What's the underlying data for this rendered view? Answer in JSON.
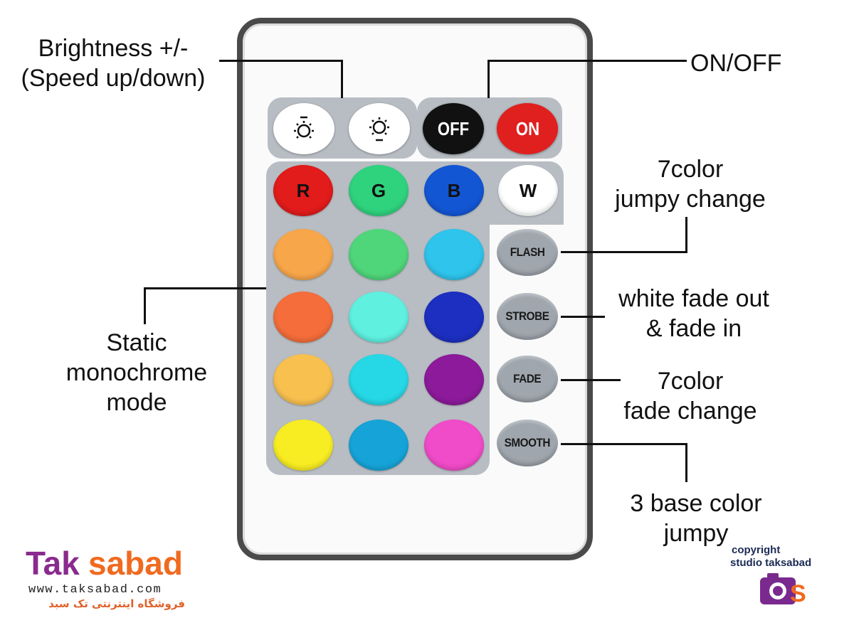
{
  "remote": {
    "top_buttons": {
      "brightness_up_icon": "sun-up-icon",
      "brightness_down_icon": "sun-down-icon",
      "off": "OFF",
      "on": "ON"
    },
    "rgbw": [
      {
        "letter": "R",
        "color": "#e21b1b"
      },
      {
        "letter": "G",
        "color": "#2fd37e"
      },
      {
        "letter": "B",
        "color": "#1356d4"
      },
      {
        "letter": "W",
        "color": "#ffffff"
      }
    ],
    "color_grid": [
      [
        "#f7a64a",
        "#4fd67a",
        "#2ec4ec"
      ],
      [
        "#f46d3a",
        "#5ff0e0",
        "#1c2fc0"
      ],
      [
        "#f8c04f",
        "#26d8e6",
        "#8c1a9a"
      ],
      [
        "#f8ec22",
        "#16a4d8",
        "#f04bc8"
      ]
    ],
    "function_buttons": [
      "FLASH",
      "STROBE",
      "FADE",
      "SMOOTH"
    ]
  },
  "labels": {
    "brightness": [
      "Brightness +/-",
      "(Speed up/down)"
    ],
    "onoff": "ON/OFF",
    "flash": [
      "7color",
      "jumpy change"
    ],
    "strobe": [
      "white fade out",
      "& fade in"
    ],
    "fade": [
      "7color",
      "fade change"
    ],
    "smooth": [
      "3 base color",
      "jumpy"
    ],
    "static": [
      "Static",
      "monochrome",
      "mode"
    ]
  },
  "branding": {
    "logo": "Taksabad",
    "website": "www.taksabad.com",
    "persian": "فروشگاه اینترنتی تک سبد",
    "copyright": [
      "copyright",
      "studio taksabad"
    ],
    "badge_icon": "camera-ts-icon"
  }
}
